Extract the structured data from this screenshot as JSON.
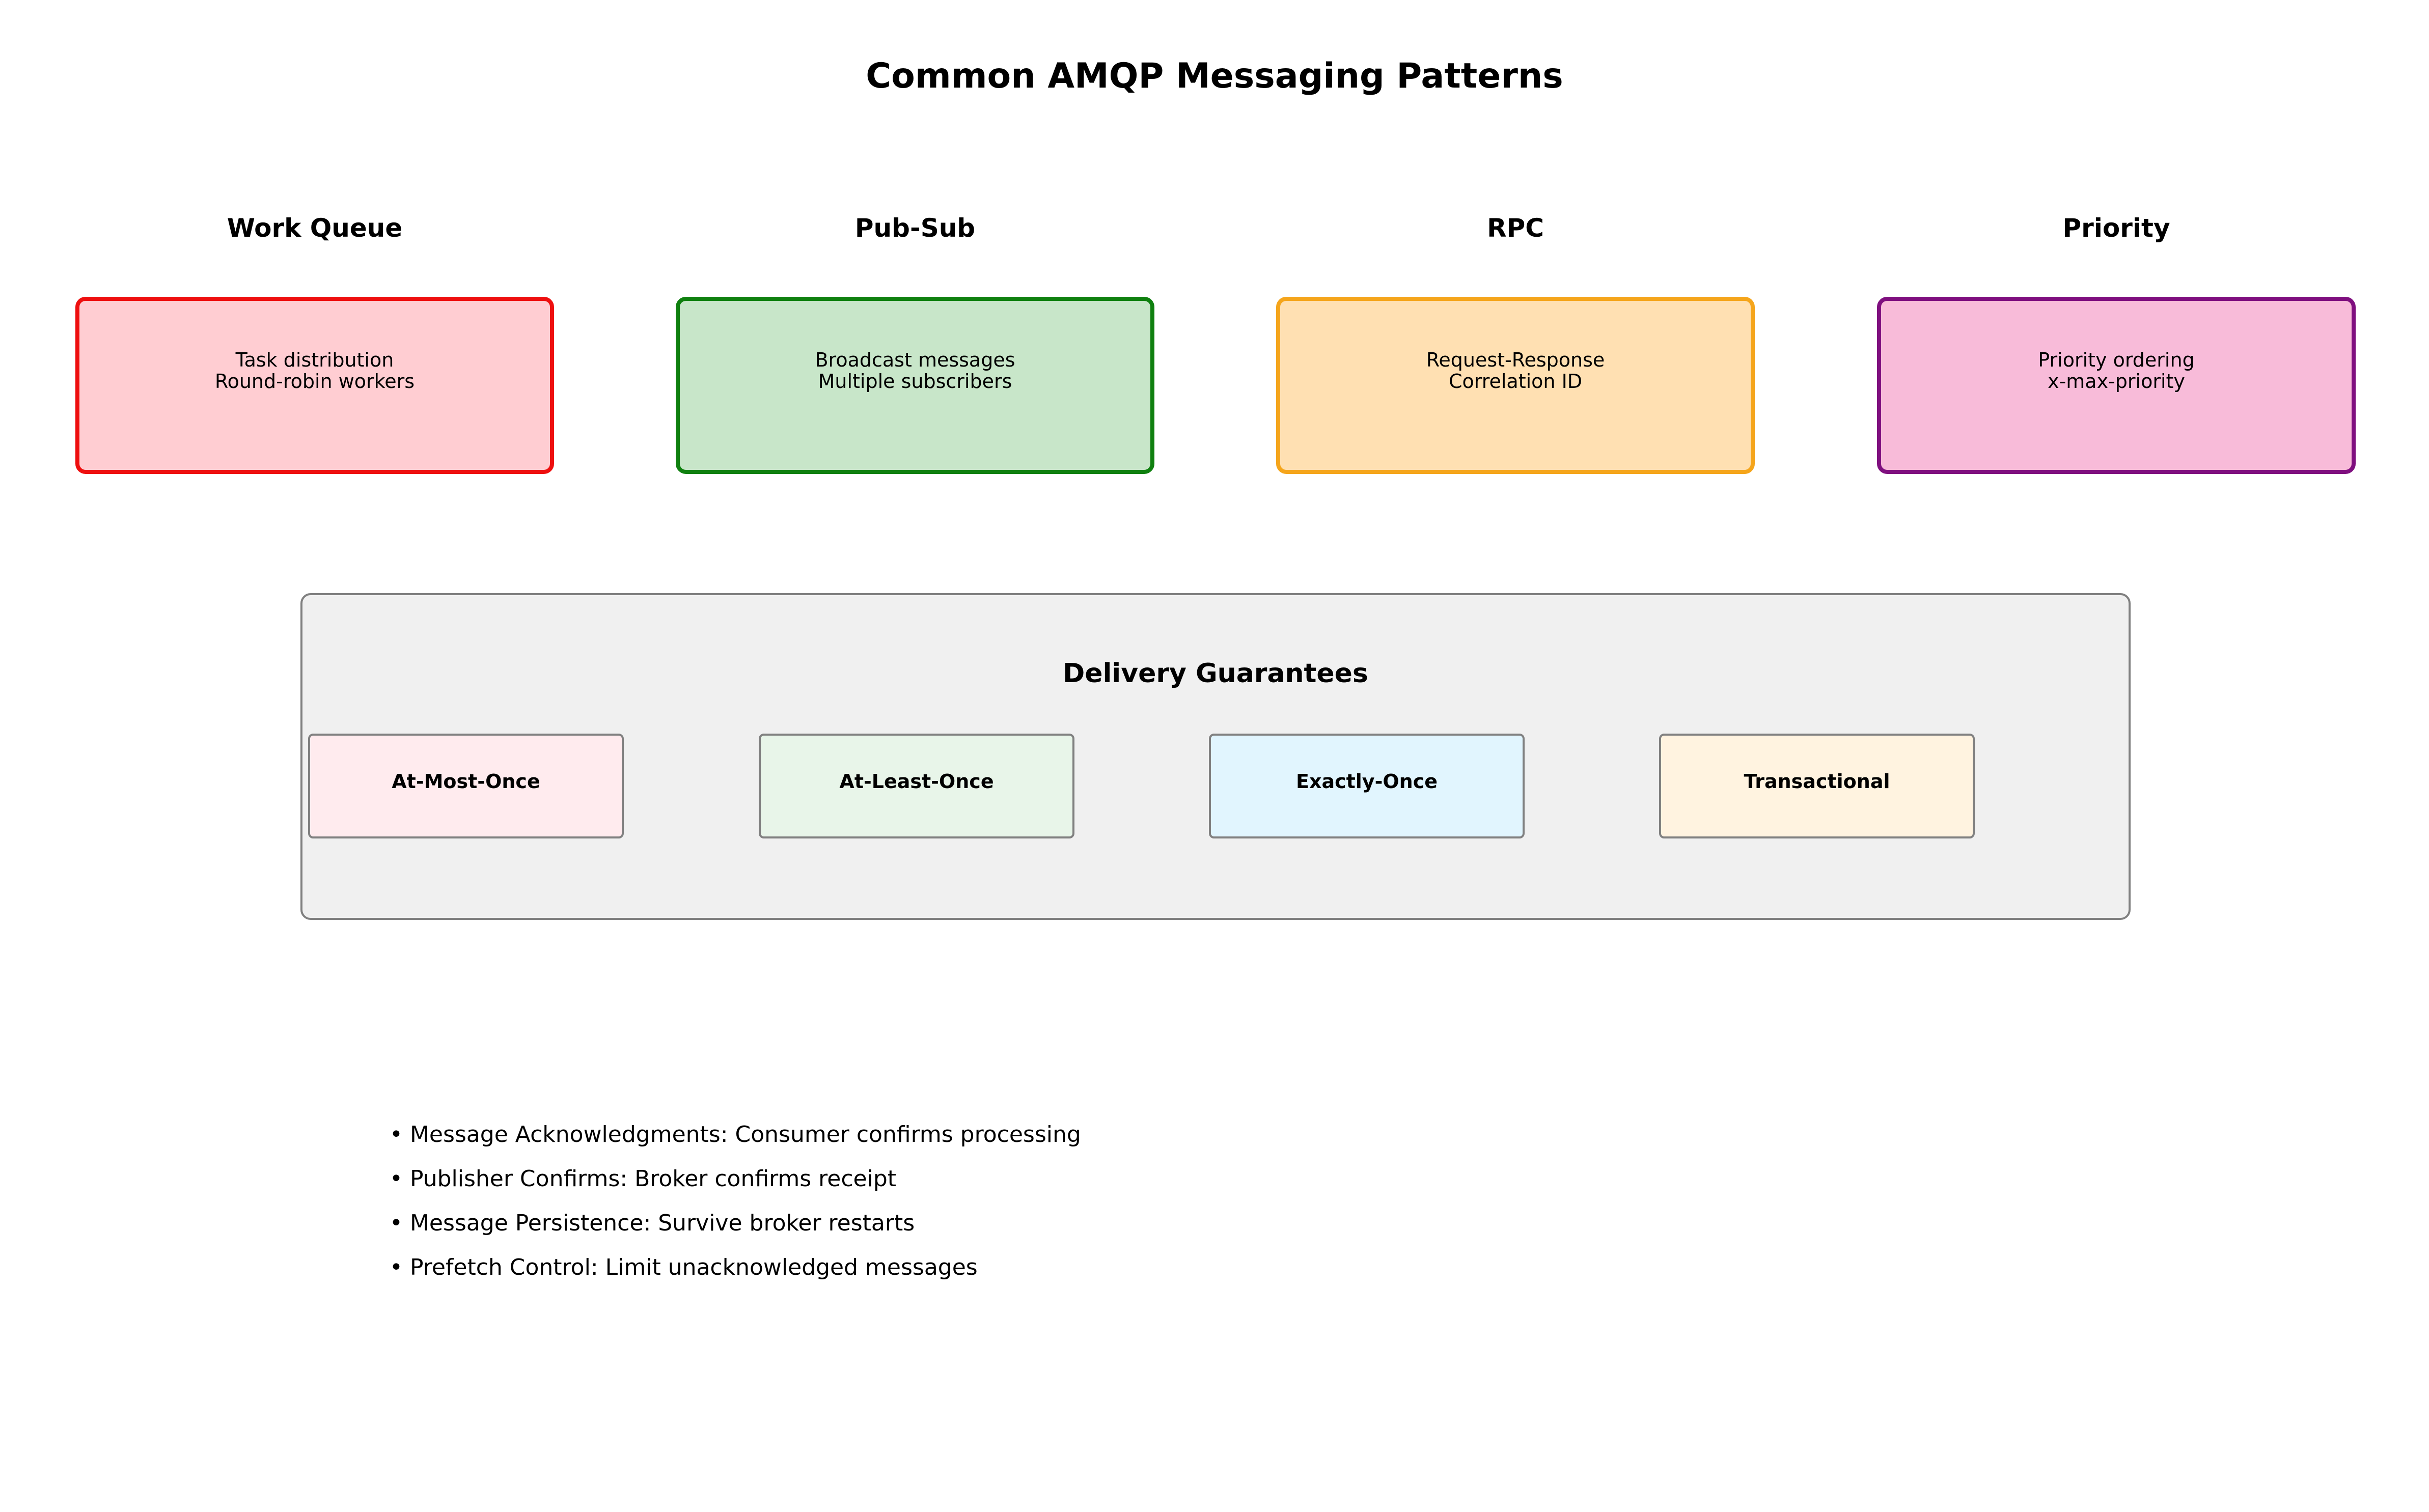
{
  "title": "Common AMQP Messaging Patterns",
  "patterns": [
    {
      "name": "Work Queue",
      "description": "Task distribution\nRound-robin workers",
      "border_color": "#ee0f0f",
      "fill_color": "#ffcdd2"
    },
    {
      "name": "Pub-Sub",
      "description": "Broadcast messages\nMultiple subscribers",
      "border_color": "#0f800f",
      "fill_color": "#c8e6c9"
    },
    {
      "name": "RPC",
      "description": "Request-Response\nCorrelation ID",
      "border_color": "#f5a51b",
      "fill_color": "#ffe0b2"
    },
    {
      "name": "Priority",
      "description": "Priority ordering\nx-max-priority",
      "border_color": "#7f0f7f",
      "fill_color": "#f8bbd9"
    }
  ],
  "delivery": {
    "heading": "Delivery Guarantees",
    "panel_fill": "#f0f0f0",
    "panel_border": "#808080",
    "guarantees": [
      {
        "label": "At-Most-Once",
        "fill_color": "#ffebee"
      },
      {
        "label": "At-Least-Once",
        "fill_color": "#e8f5e9"
      },
      {
        "label": "Exactly-Once",
        "fill_color": "#e1f5fe"
      },
      {
        "label": "Transactional",
        "fill_color": "#fff3e0"
      }
    ]
  },
  "notes": [
    "• Message Acknowledgments: Consumer confirms processing",
    "• Publisher Confirms: Broker confirms receipt",
    "• Message Persistence: Survive broker restarts",
    "• Prefetch Control: Limit unacknowledged messages"
  ]
}
